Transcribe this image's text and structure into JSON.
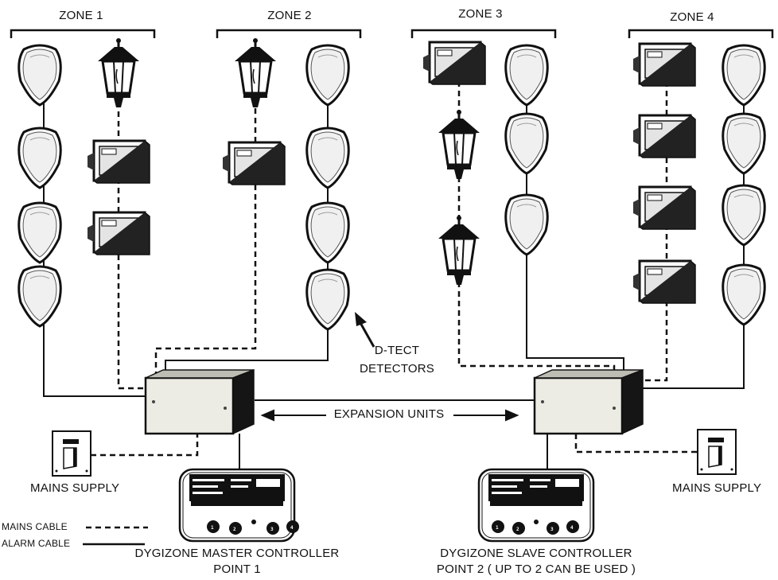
{
  "zones": [
    {
      "label": "ZONE 1"
    },
    {
      "label": "ZONE 2"
    },
    {
      "label": "ZONE 3"
    },
    {
      "label": "ZONE 4"
    }
  ],
  "labels": {
    "detectors": [
      "D-TECT",
      "DETECTORS"
    ],
    "expansion_units": "EXPANSION UNITS",
    "mains_supply_left": "MAINS SUPPLY",
    "mains_supply_right": "MAINS SUPPLY",
    "master_controller": [
      "DYGIZONE MASTER CONTROLLER",
      "POINT 1"
    ],
    "slave_controller": [
      "DYGIZONE SLAVE CONTROLLER",
      "POINT 2 ( UP TO 2 CAN BE USED )"
    ]
  },
  "legend": {
    "mains_cable": "MAINS CABLE",
    "alarm_cable": "ALARM CABLE"
  },
  "controller_buttons": [
    "1",
    "2",
    "3",
    "4"
  ],
  "colors": {
    "ink": "#111111",
    "paper": "#ffffff",
    "box_face": "#ecece4"
  }
}
